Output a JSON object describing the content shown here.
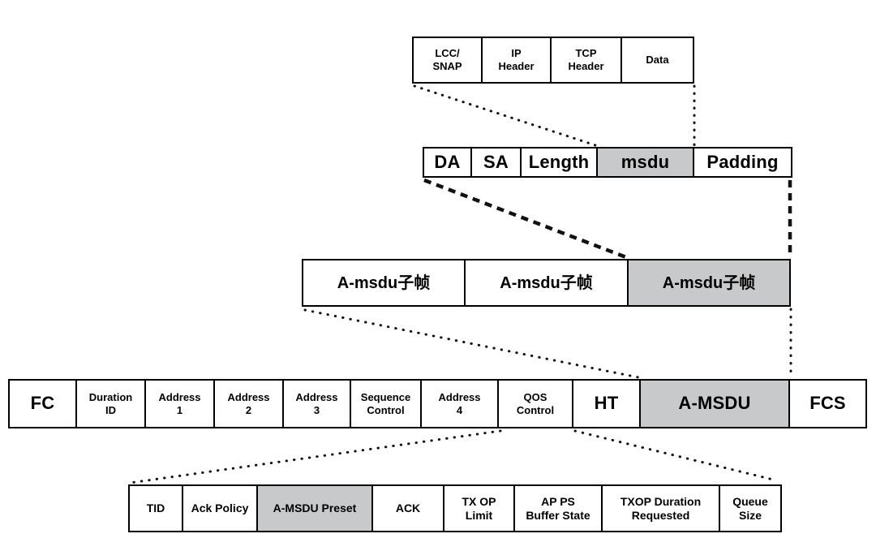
{
  "colors": {
    "background": "#ffffff",
    "border": "#000000",
    "highlight_fill": "#c8c9ca",
    "line": "#111111"
  },
  "rows": [
    {
      "name": "msdu-payload",
      "cells": [
        {
          "label": "LCC/\nSNAP"
        },
        {
          "label": "IP\nHeader"
        },
        {
          "label": "TCP\nHeader"
        },
        {
          "label": "Data"
        }
      ]
    },
    {
      "name": "amsdu-subframe-fields",
      "cells": [
        {
          "label": "DA"
        },
        {
          "label": "SA"
        },
        {
          "label": "Length"
        },
        {
          "label": "msdu",
          "highlight": true
        },
        {
          "label": "Padding"
        }
      ]
    },
    {
      "name": "amsdu-aggregate",
      "cells": [
        {
          "label": "A-msdu子帧"
        },
        {
          "label": "A-msdu子帧"
        },
        {
          "label": "A-msdu子帧",
          "highlight": true
        }
      ]
    },
    {
      "name": "mac-frame",
      "cells": [
        {
          "label": "FC"
        },
        {
          "label": "Duration\nID"
        },
        {
          "label": "Address\n1"
        },
        {
          "label": "Address\n2"
        },
        {
          "label": "Address\n3"
        },
        {
          "label": "Sequence\nControl"
        },
        {
          "label": "Address\n4"
        },
        {
          "label": "QOS\nControl"
        },
        {
          "label": "HT"
        },
        {
          "label": "A-MSDU",
          "highlight": true
        },
        {
          "label": "FCS"
        }
      ]
    },
    {
      "name": "qos-control-fields",
      "cells": [
        {
          "label": "TID"
        },
        {
          "label": "Ack Policy"
        },
        {
          "label": "A-MSDU Preset",
          "highlight": true
        },
        {
          "label": "ACK"
        },
        {
          "label": "TX OP\nLimit"
        },
        {
          "label": "AP PS\nBuffer State"
        },
        {
          "label": "TXOP Duration\nRequested"
        },
        {
          "label": "Queue\nSize"
        }
      ]
    }
  ]
}
